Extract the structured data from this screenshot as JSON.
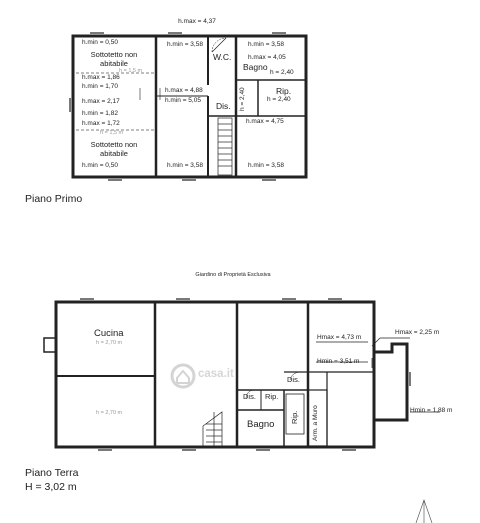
{
  "first_floor": {
    "title": "Piano Primo",
    "labels": {
      "hmax_top": "h.max = 4,37",
      "hmin_050_top": "h.min = 0,50",
      "sottotetto_1": "Sottotetto non",
      "abitabile_1": "abitabile",
      "h15_top": "h = 1,5 m",
      "hmax_186": "h.max = 1,86",
      "hmin_170": "h.min = 1,70",
      "hmax_217": "h.max = 2,17",
      "hmin_182": "h.min = 1,82",
      "hmax_172": "h.max = 1,72",
      "h15_bottom": "h = 1,5 m",
      "sottotetto_2": "Sottotetto non",
      "abitabile_2": "abitabile",
      "hmin_050_bottom": "h.min = 0,50",
      "hmin_358_a": "h.min = 3,58",
      "hmax_488": "h.max = 4,88",
      "hmin_505": "h.min = 5,05",
      "hmin_358_b": "h.min = 3,58",
      "wc": "W.C.",
      "dis": "Dis.",
      "hmin_358_c": "h.min = 3,58",
      "hmax_405": "h.max = 4,05",
      "bagno": "Bagno",
      "h_240_a": "h = 2,40",
      "h_240_vert": "h = 2,40",
      "rip": "Rip.",
      "h_240_b": "h = 2,40",
      "hmax_475": "h.max = 4,75",
      "hmin_358_d": "h.min = 3,58"
    }
  },
  "ground_floor": {
    "garden": "Giardino di Proprietà Esclusiva",
    "title": "Piano Terra",
    "height": "H = 3,02 m",
    "labels": {
      "cucina": "Cucina",
      "h270_a": "h = 2,70 m",
      "h270_b": "h = 2,70 m",
      "hmax_473": "Hmax = 4,73 m",
      "hmin_351": "Hmin = 3,51 m",
      "hmax_225": "Hmax = 2,25 m",
      "hmin_188": "Hmin = 1,88 m",
      "dis_a": "Dis.",
      "dis_b": "Dis.",
      "rip": "Rip.",
      "bagno": "Bagno",
      "rip_vert": "Rip.",
      "arm": "Arm. a Muro",
      "watermark": "casa.it"
    }
  },
  "colors": {
    "wall": "#222222",
    "wall_fill": "#ffffff",
    "dashed": "#555555",
    "watermark": "#d9d9d9"
  }
}
